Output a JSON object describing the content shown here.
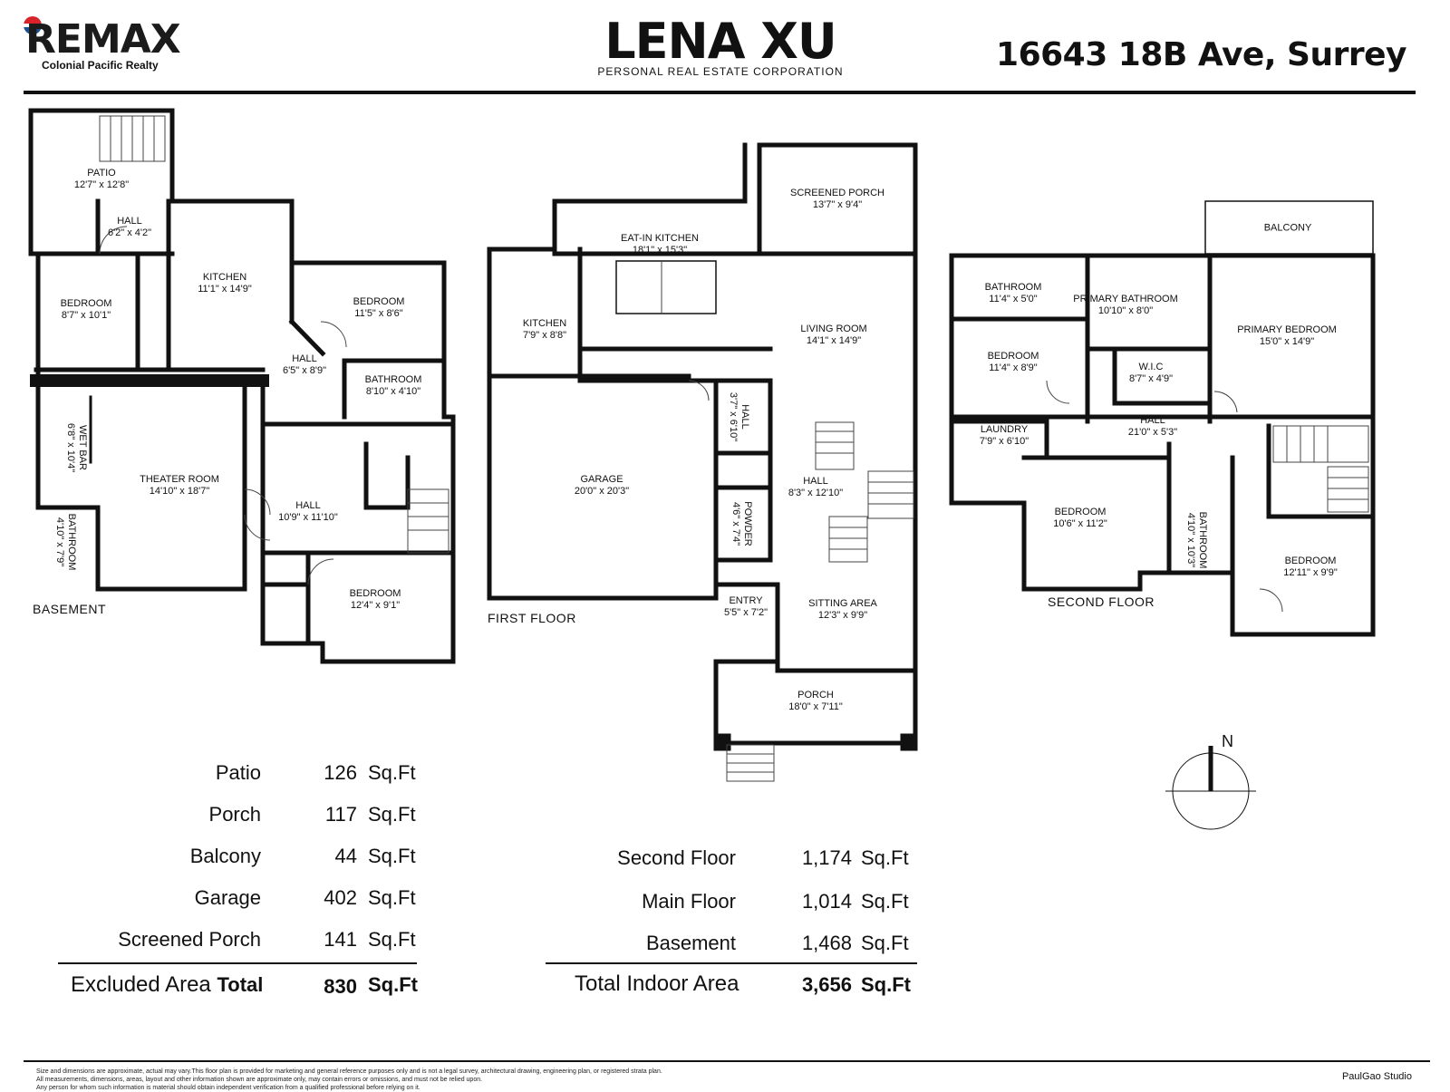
{
  "header": {
    "brand": "RE/MAX",
    "brand_display": "REMAX",
    "brokerage": "Colonial Pacific Realty",
    "agent_name": "LENA XU",
    "agent_title": "PERSONAL REAL ESTATE CORPORATION",
    "address": "16643 18B Ave, Surrey"
  },
  "floors": {
    "basement": {
      "label": "BASEMENT",
      "rooms": [
        {
          "name": "PATIO",
          "dim": "12'7\" x 12'8\""
        },
        {
          "name": "HALL",
          "dim": "6'2\" x 4'2\""
        },
        {
          "name": "KITCHEN",
          "dim": "11'1\" x 14'9\""
        },
        {
          "name": "BEDROOM",
          "dim": "8'7\" x 10'1\""
        },
        {
          "name": "BEDROOM",
          "dim": "11'5\" x 8'6\""
        },
        {
          "name": "HALL",
          "dim": "6'5\" x 8'9\""
        },
        {
          "name": "BATHROOM",
          "dim": "8'10\" x 4'10\""
        },
        {
          "name": "WET BAR",
          "dim": "6'8\" x 10'4\""
        },
        {
          "name": "THEATER ROOM",
          "dim": "14'10\" x 18'7\""
        },
        {
          "name": "HALL",
          "dim": "10'9\" x 11'10\""
        },
        {
          "name": "BATHROOM",
          "dim": "4'10\" x 7'9\""
        },
        {
          "name": "BEDROOM",
          "dim": "12'4\" x 9'1\""
        }
      ]
    },
    "first": {
      "label": "FIRST FLOOR",
      "rooms": [
        {
          "name": "SCREENED PORCH",
          "dim": "13'7\" x 9'4\""
        },
        {
          "name": "EAT-IN KITCHEN",
          "dim": "18'1\" x 15'3\""
        },
        {
          "name": "KITCHEN",
          "dim": "7'9\" x 8'8\""
        },
        {
          "name": "LIVING ROOM",
          "dim": "14'1\" x 14'9\""
        },
        {
          "name": "HALL",
          "dim": "3'7\" x 6'10\""
        },
        {
          "name": "GARAGE",
          "dim": "20'0\" x 20'3\""
        },
        {
          "name": "HALL",
          "dim": "8'3\" x 12'10\""
        },
        {
          "name": "POWDER",
          "dim": "4'6\" x 7'4\""
        },
        {
          "name": "ENTRY",
          "dim": "5'5\" x 7'2\""
        },
        {
          "name": "SITTING AREA",
          "dim": "12'3\" x 9'9\""
        },
        {
          "name": "PORCH",
          "dim": "18'0\" x 7'11\""
        }
      ]
    },
    "second": {
      "label": "SECOND FLOOR",
      "rooms": [
        {
          "name": "BALCONY",
          "dim": ""
        },
        {
          "name": "BATHROOM",
          "dim": "11'4\" x 5'0\""
        },
        {
          "name": "PRIMARY BATHROOM",
          "dim": "10'10\" x 8'0\""
        },
        {
          "name": "PRIMARY BEDROOM",
          "dim": "15'0\" x 14'9\""
        },
        {
          "name": "BEDROOM",
          "dim": "11'4\" x 8'9\""
        },
        {
          "name": "W.I.C",
          "dim": "8'7\" x 4'9\""
        },
        {
          "name": "HALL",
          "dim": "21'0\" x 5'3\""
        },
        {
          "name": "LAUNDRY",
          "dim": "7'9\" x 6'10\""
        },
        {
          "name": "BEDROOM",
          "dim": "10'6\" x 11'2\""
        },
        {
          "name": "BATHROOM",
          "dim": "4'10\" x 10'3\""
        },
        {
          "name": "BEDROOM",
          "dim": "12'11\" x 9'9\""
        }
      ]
    }
  },
  "compass": {
    "label": "N"
  },
  "excluded_areas": {
    "unit": "Sq.Ft",
    "rows": [
      {
        "label": "Patio",
        "value": "126"
      },
      {
        "label": "Porch",
        "value": "117"
      },
      {
        "label": "Balcony",
        "value": "44"
      },
      {
        "label": "Garage",
        "value": "402"
      },
      {
        "label": "Screened Porch",
        "value": "141"
      }
    ],
    "total_label_a": "Excluded Area",
    "total_label_b": "Total",
    "total_value": "830"
  },
  "indoor_areas": {
    "unit": "Sq.Ft",
    "rows": [
      {
        "label": "Second Floor",
        "value": "1,174"
      },
      {
        "label": "Main Floor",
        "value": "1,014"
      },
      {
        "label": "Basement",
        "value": "1,468"
      }
    ],
    "total_label": "Total Indoor Area",
    "total_value": "3,656"
  },
  "footer": {
    "disclaimer_1": "Size and dimensions are approximate, actual may vary.This floor plan is provided for marketing and general reference purposes only and is not a legal survey, architectural drawing, engineering plan, or registered strata plan.",
    "disclaimer_2": "All measurements, dimensions, areas, layout and other information shown are approximate only, may contain errors or omissions, and must not be relied upon.",
    "disclaimer_3": "Any person for whom such information is material should obtain independent verification from a qualified professional before relying on it.",
    "studio": "PaulGao Studio"
  }
}
